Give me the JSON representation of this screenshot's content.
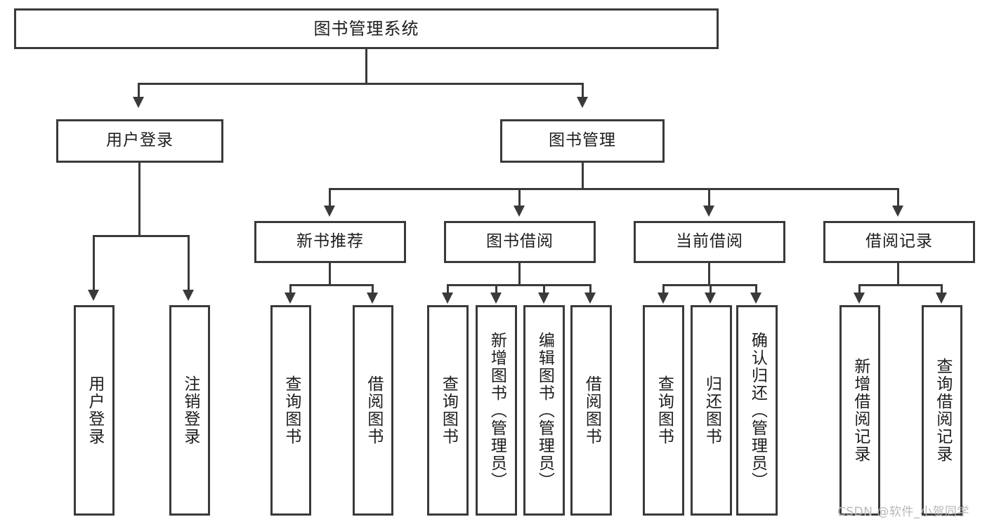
{
  "diagram": {
    "title": "图书管理系统",
    "watermark": "CSDN @软件_小贺同学",
    "root": {
      "label": "图书管理系统"
    },
    "level2": [
      {
        "label": "用户登录"
      },
      {
        "label": "图书管理"
      }
    ],
    "level3": [
      {
        "label": "新书推荐"
      },
      {
        "label": "图书借阅"
      },
      {
        "label": "当前借阅"
      },
      {
        "label": "借阅记录"
      }
    ],
    "leaves": {
      "user_login": [
        {
          "label": "用户登录"
        },
        {
          "label": "注销登录"
        }
      ],
      "new_book_recommend": [
        {
          "label": "查询图书"
        },
        {
          "label": "借阅图书"
        }
      ],
      "book_borrow": [
        {
          "label": "查询图书"
        },
        {
          "label": "新增图书（管理员）"
        },
        {
          "label": "编辑图书（管理员）"
        },
        {
          "label": "借阅图书"
        }
      ],
      "current_borrow": [
        {
          "label": "查询图书"
        },
        {
          "label": "归还图书"
        },
        {
          "label": "确认归还（管理员）"
        }
      ],
      "borrow_record": [
        {
          "label": "新增借阅记录"
        },
        {
          "label": "查询借阅记录"
        }
      ]
    },
    "colors": {
      "stroke": "#3a3a3a",
      "background": "#ffffff",
      "text": "#1d1d1d",
      "watermark": "#b9b9b9"
    }
  }
}
